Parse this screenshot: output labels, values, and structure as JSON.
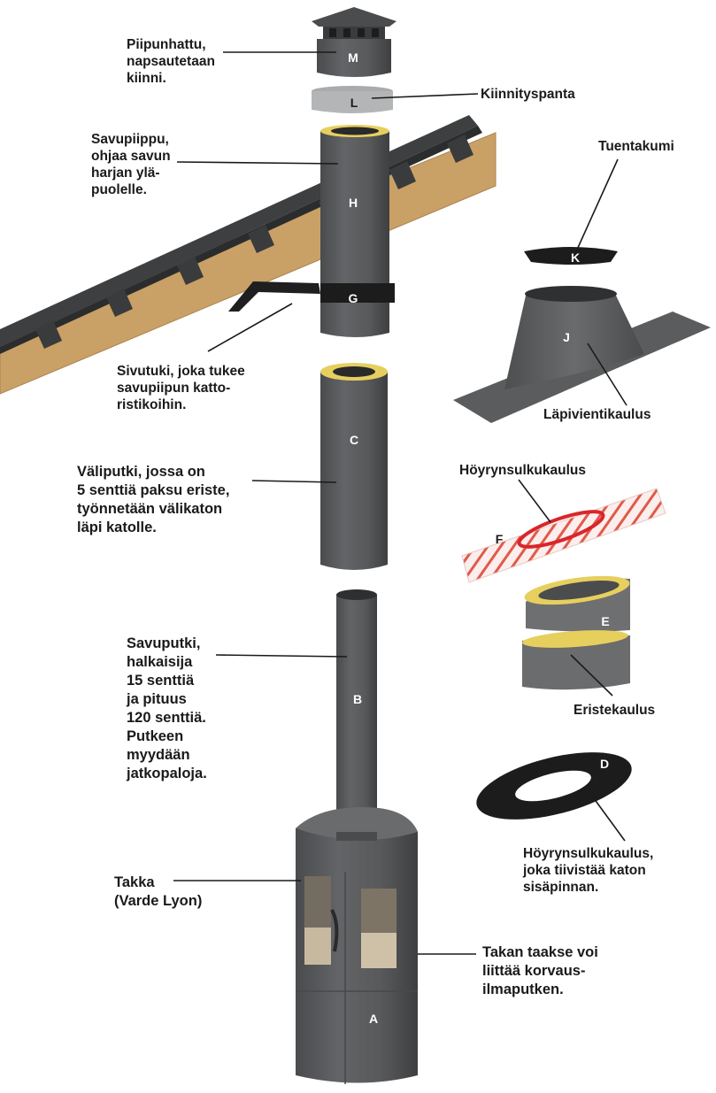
{
  "parts": {
    "M": "M",
    "L": "L",
    "H": "H",
    "G": "G",
    "C": "C",
    "B": "B",
    "A": "A",
    "K": "K",
    "J": "J",
    "F": "F",
    "E": "E",
    "D": "D"
  },
  "callouts": {
    "piipunhattu": "Piipunhattu,\nnapsautetaan\nkiinni.",
    "kiinnityspanta": "Kiinnityspanta",
    "savupiippu": "Savupiippu,\nohjaa savun\nharjan ylä-\npuolelle.",
    "tuentakumi": "Tuentakumi",
    "sivutuki": "Sivutuki, joka tukee\nsavupiipun katto-\nristikoihin.",
    "lapivientikaulus": "Läpivientikaulus",
    "valiputki": "Väliputki, jossa on\n5 senttiä paksu eriste,\ntyönnetään välikaton\nläpi katolle.",
    "hoyrynsulkukaulus_top": "Höyrynsulkukaulus",
    "eristekaulus": "Eristekaulus",
    "savuputki": "Savuputki,\nhalkaisija\n15 senttiä\nja pituus\n120 senttiä.\nPutkeen\nmyydään\njatkopaloja.",
    "hoyrynsulkukaulus_bottom": "Höyrynsulkukaulus,\njoka tiivistää katon\nsisäpinnan.",
    "takka": "Takka\n(Varde Lyon)",
    "korvausilma": "Takan taakse voi\nliittää korvaus-\nilmaputken."
  },
  "colors": {
    "pipe": "#5b5c5e",
    "pipe_dark": "#3f4042",
    "insulation": "#e8d36a",
    "roof_wood": "#c8a065",
    "vapour_stripe": "#e05a4a",
    "black_ring": "#1e1e1e"
  }
}
